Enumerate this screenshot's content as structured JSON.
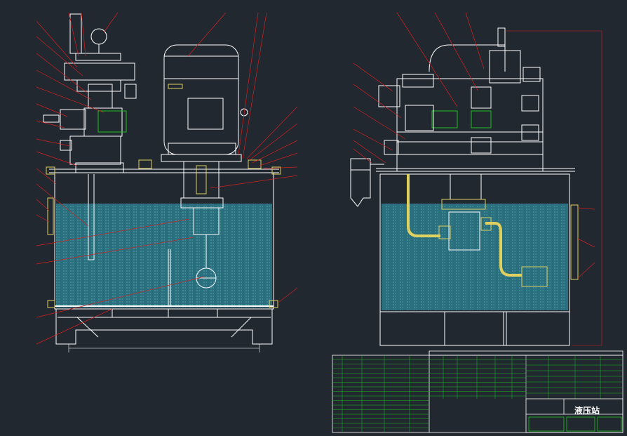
{
  "drawing": {
    "title_block": {
      "name": "液压站"
    },
    "views": [
      "front-view",
      "side-view"
    ],
    "colors": {
      "background": "#212830",
      "outline": "#ffffff",
      "leader": "#d42020",
      "fluid": "#2c7a88",
      "fluid_line": "#6fd0dc",
      "pipe": "#e0d060",
      "table_line": "#20c020",
      "accent": "#d030d0"
    }
  }
}
